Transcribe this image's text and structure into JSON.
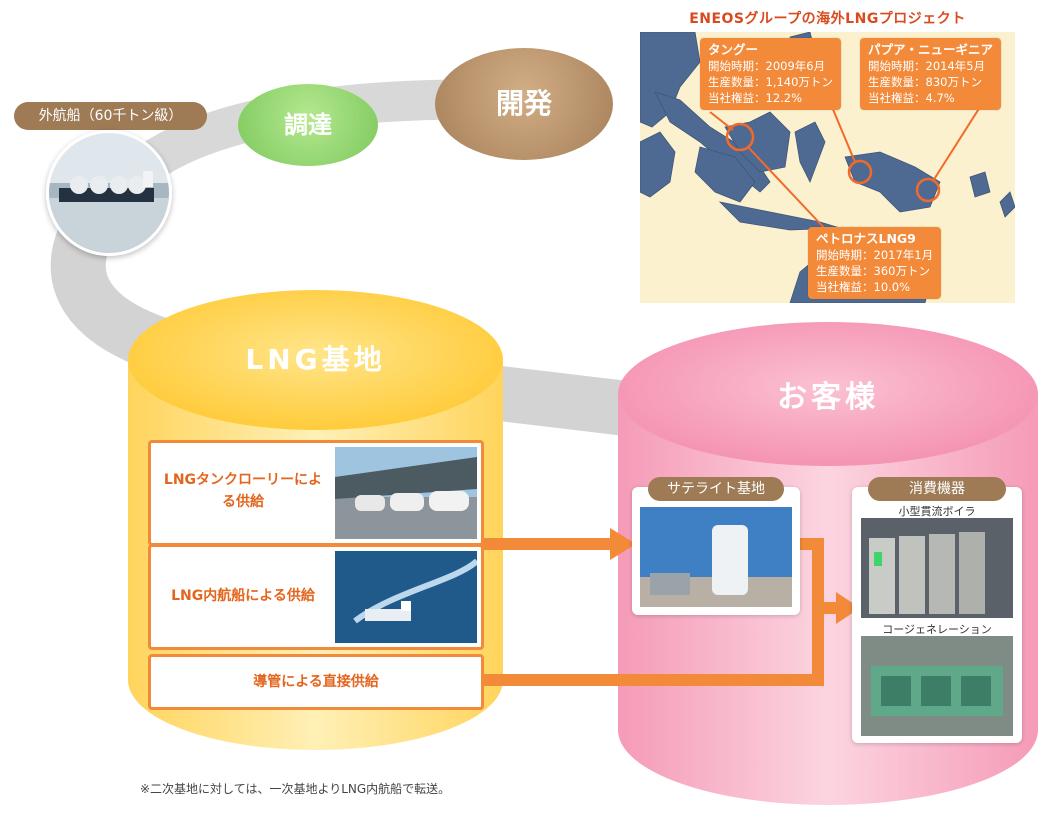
{
  "map": {
    "title": "ENEOSグループの海外LNGプロジェクト",
    "projects": [
      {
        "name": "タングー",
        "start": "開始時期：2009年6月",
        "volume": "生産数量：1,140万トン",
        "equity": "当社権益：12.2%"
      },
      {
        "name": "パプア・ニューギニア",
        "start": "開始時期：2014年5月",
        "volume": "生産数量：830万トン",
        "equity": "当社権益：4.7%"
      },
      {
        "name": "ペトロナスLNG9",
        "start": "開始時期：2017年1月",
        "volume": "生産数量：360万トン",
        "equity": "当社権益：10.0%"
      }
    ]
  },
  "ship": {
    "label": "外航船（60千トン級）"
  },
  "stages": {
    "procurement": "調達",
    "development": "開発"
  },
  "base": {
    "title": "LNG基地",
    "supply": [
      {
        "label": "LNGタンクローリーによる供給"
      },
      {
        "label": "LNG内航船による供給"
      },
      {
        "label": "導管による直接供給"
      }
    ]
  },
  "customer": {
    "title": "お客様",
    "satellite": {
      "label": "サテライト基地"
    },
    "equipment": {
      "label": "消費機器",
      "items": [
        {
          "label": "小型貫流ボイラ"
        },
        {
          "label": "コージェネレーション"
        }
      ]
    }
  },
  "footnote": "※二次基地に対しては、一次基地よりLNG内航船で転送。",
  "colors": {
    "orange": "#f28a3a",
    "brown": "#9e7a55",
    "green": "#8bd16a",
    "yellow": "#ffe07a",
    "pink": "#f7a8c2",
    "sea": "#fbf1cf",
    "land": "#4f6a92"
  }
}
